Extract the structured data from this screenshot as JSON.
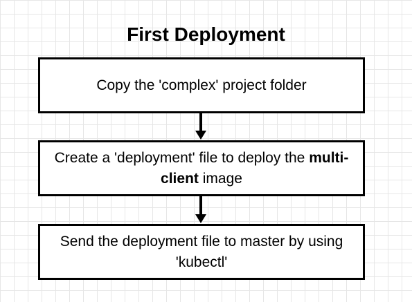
{
  "diagram": {
    "title": "First Deployment",
    "steps": [
      {
        "text": "Copy the 'complex' project folder"
      },
      {
        "text_before": "Create a 'deployment' file to deploy the ",
        "text_bold": "multi-client",
        "text_after": " image"
      },
      {
        "text": "Send the deployment file to master by using 'kubectl'"
      }
    ]
  }
}
